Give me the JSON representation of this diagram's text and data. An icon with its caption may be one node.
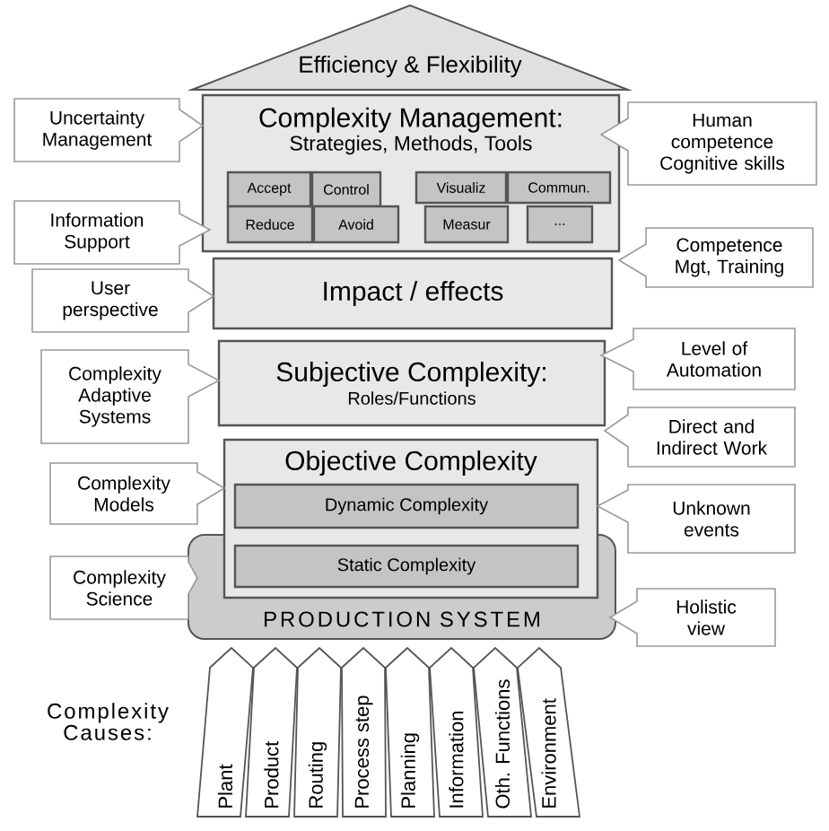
{
  "diagram": {
    "nodes": [
      {
        "text": [
          "Efficiency & Flexibility"
        ]
      },
      {
        "text": [
          "Complexity Management:",
          "Strategies, Methods, Tools"
        ]
      },
      {
        "text": [
          "Accept"
        ],
        "in": 1
      },
      {
        "text": [
          "Control"
        ],
        "in": 1
      },
      {
        "text": [
          "Reduce"
        ],
        "in": 1
      },
      {
        "text": [
          "Avoid"
        ],
        "in": 1
      },
      {
        "text": [
          "Visualiz"
        ],
        "in": 1
      },
      {
        "text": [
          "Commun."
        ],
        "in": 1
      },
      {
        "text": [
          "Measur"
        ],
        "in": 1
      },
      {
        "text": [
          "..."
        ],
        "in": 1
      },
      {
        "text": [
          "Impact / effects"
        ]
      },
      {
        "text": [
          "Subjective Complexity:",
          "Roles/Functions"
        ]
      },
      {
        "text": [
          "PRODUCTION SYSTEM"
        ]
      },
      {
        "text": [
          "Objective Complexity"
        ]
      },
      {
        "text": [
          "Dynamic Complexity"
        ],
        "in": 13
      },
      {
        "text": [
          "Static Complexity"
        ]
      },
      {
        "text": [
          "Uncertainty Management"
        ]
      },
      {
        "text": [
          "Information Support"
        ]
      },
      {
        "text": [
          "User perspective"
        ]
      },
      {
        "text": [
          "Complexity Adaptive Systems"
        ]
      },
      {
        "text": [
          "Complexity Models"
        ]
      },
      {
        "text": [
          "Complexity Science"
        ]
      },
      {
        "text": [
          "Human competence Cognitive skills"
        ]
      },
      {
        "text": [
          "Competence Mgt, Training"
        ]
      },
      {
        "text": [
          "Level of Automation"
        ]
      },
      {
        "text": [
          "Direct and Indirect Work"
        ]
      },
      {
        "text": [
          "Unknown events"
        ]
      },
      {
        "text": [
          "Holistic view"
        ]
      },
      {
        "text": [
          "Plant"
        ]
      },
      {
        "text": [
          "Product"
        ]
      },
      {
        "text": [
          "Routing"
        ]
      },
      {
        "text": [
          "Process step"
        ]
      },
      {
        "text": [
          "Planning"
        ]
      },
      {
        "text": [
          "Information"
        ]
      },
      {
        "text": [
          "Oth. Functions"
        ]
      },
      {
        "text": [
          "Environment"
        ]
      }
    ],
    "labels": [
      "Complexity Causes:"
    ]
  }
}
